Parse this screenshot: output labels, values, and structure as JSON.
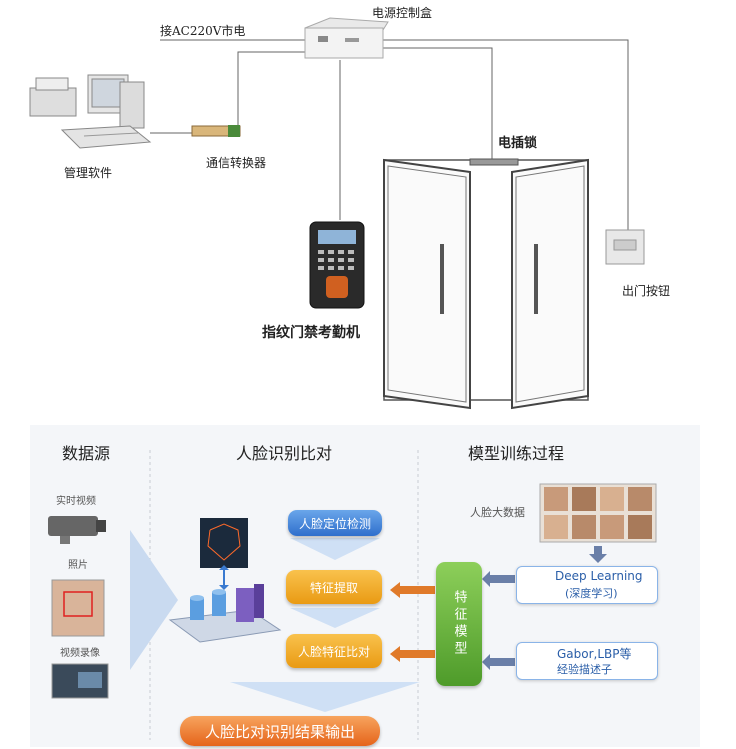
{
  "top": {
    "labels": {
      "power_box": "电源控制盒",
      "ac_power": "接AC220V市电",
      "electric_lock": "电插锁",
      "management_software": "管理软件",
      "comm_converter": "通信转换器",
      "exit_button": "出门按钮",
      "fingerprint_machine": "指纹门禁考勤机"
    }
  },
  "bottom": {
    "headings": {
      "data_source": "数据源",
      "face_matching": "人脸识别比对",
      "model_training": "模型训练过程"
    },
    "sources": {
      "realtime_video": "实时视频",
      "photo": "照片",
      "video_recording": "视频录像"
    },
    "steps": {
      "face_detection": "人脸定位检测",
      "feature_extraction": "特征提取",
      "feature_comparison": "人脸特征比对",
      "result_output": "人脸比对识别结果输出"
    },
    "feature_model": "特征模型",
    "face_big_data": "人脸大数据",
    "deep_learning": {
      "title": "Deep Learning",
      "subtitle": "(深度学习)"
    },
    "gabor": {
      "title": "Gabor,LBP等",
      "subtitle": "经验描述子"
    }
  },
  "colors": {
    "blue": "#2f6fcc",
    "orange": "#e99a13",
    "green": "#4e9b2a",
    "final": "#e5641a"
  }
}
